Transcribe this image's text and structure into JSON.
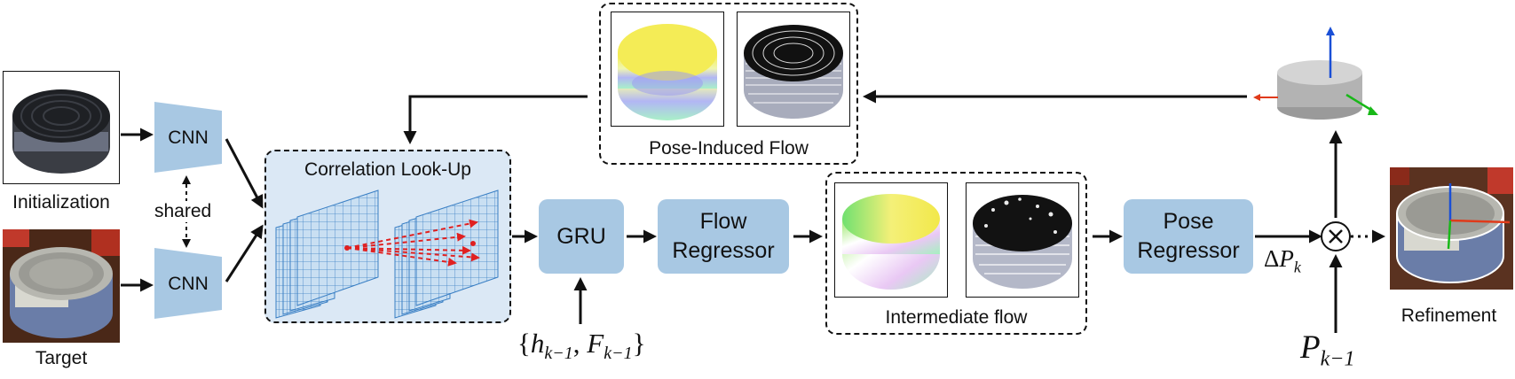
{
  "inputs": {
    "initialization_label": "Initialization",
    "target_label": "Target",
    "shared_label": "shared"
  },
  "encoders": {
    "top_label": "CNN",
    "bottom_label": "CNN"
  },
  "correlation": {
    "title": "Correlation Look-Up"
  },
  "modules": {
    "gru_label": "GRU",
    "flow_regressor_line1": "Flow",
    "flow_regressor_line2": "Regressor",
    "pose_regressor_line1": "Pose",
    "pose_regressor_line2": "Regressor"
  },
  "hidden_state": {
    "open": "{",
    "h": "h",
    "h_sub": "k−1",
    "sep": ", ",
    "f": "F",
    "f_sub": "k−1",
    "close": "}"
  },
  "flows": {
    "intermediate_label": "Intermediate flow",
    "pose_induced_label": "Pose-Induced Flow"
  },
  "pose": {
    "delta_prefix": "Δ",
    "delta_symbol": "P",
    "delta_sub": "k",
    "prev_symbol": "P",
    "prev_sub": "k−1",
    "compose_symbol": "⊗"
  },
  "output": {
    "refinement_label": "Refinement"
  },
  "colors": {
    "module_fill": "#a8c8e3",
    "grid_fill": "#c9dff2",
    "grid_line": "#3a7fc4",
    "correlation_bg": "#dbe8f5",
    "match_arrow": "#e02020",
    "axis_blue": "#1a4fd6",
    "axis_green": "#18b818",
    "axis_red": "#e03a1a"
  }
}
